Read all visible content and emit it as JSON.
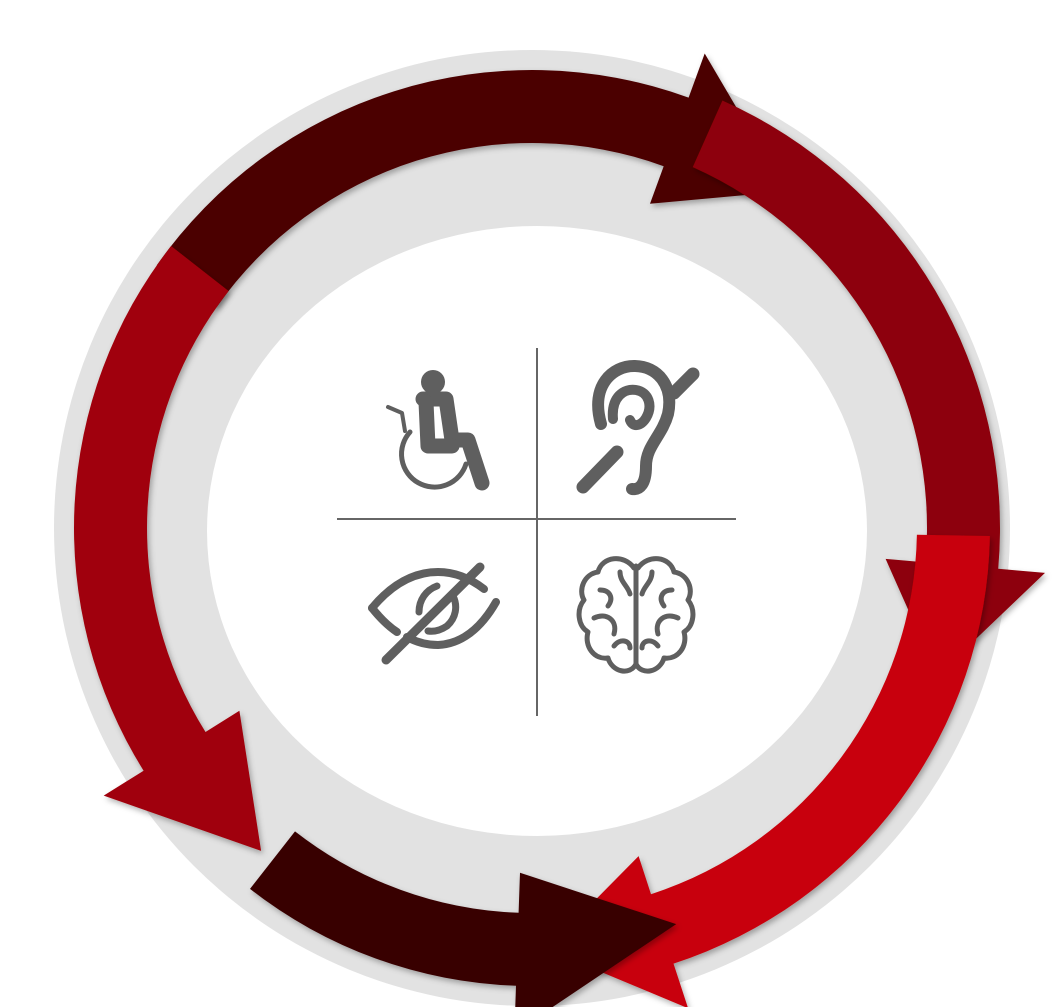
{
  "diagram": {
    "type": "cycle",
    "arrows": [
      {
        "name": "arrow-top",
        "color": "#4b0006"
      },
      {
        "name": "arrow-right-upper",
        "color": "#8d0007"
      },
      {
        "name": "arrow-right-lower",
        "color": "#c80008"
      },
      {
        "name": "arrow-bottom",
        "color": "#390004"
      },
      {
        "name": "arrow-left",
        "color": "#a00008"
      }
    ],
    "colors": {
      "ring": "#e2e2e2",
      "center": "#ffffff",
      "icon": "#5f5f5f",
      "divider": "#666666"
    },
    "quadrants": [
      {
        "icon": "wheelchair-icon"
      },
      {
        "icon": "hearing-impaired-icon"
      },
      {
        "icon": "visually-impaired-icon"
      },
      {
        "icon": "brain-icon"
      }
    ]
  }
}
